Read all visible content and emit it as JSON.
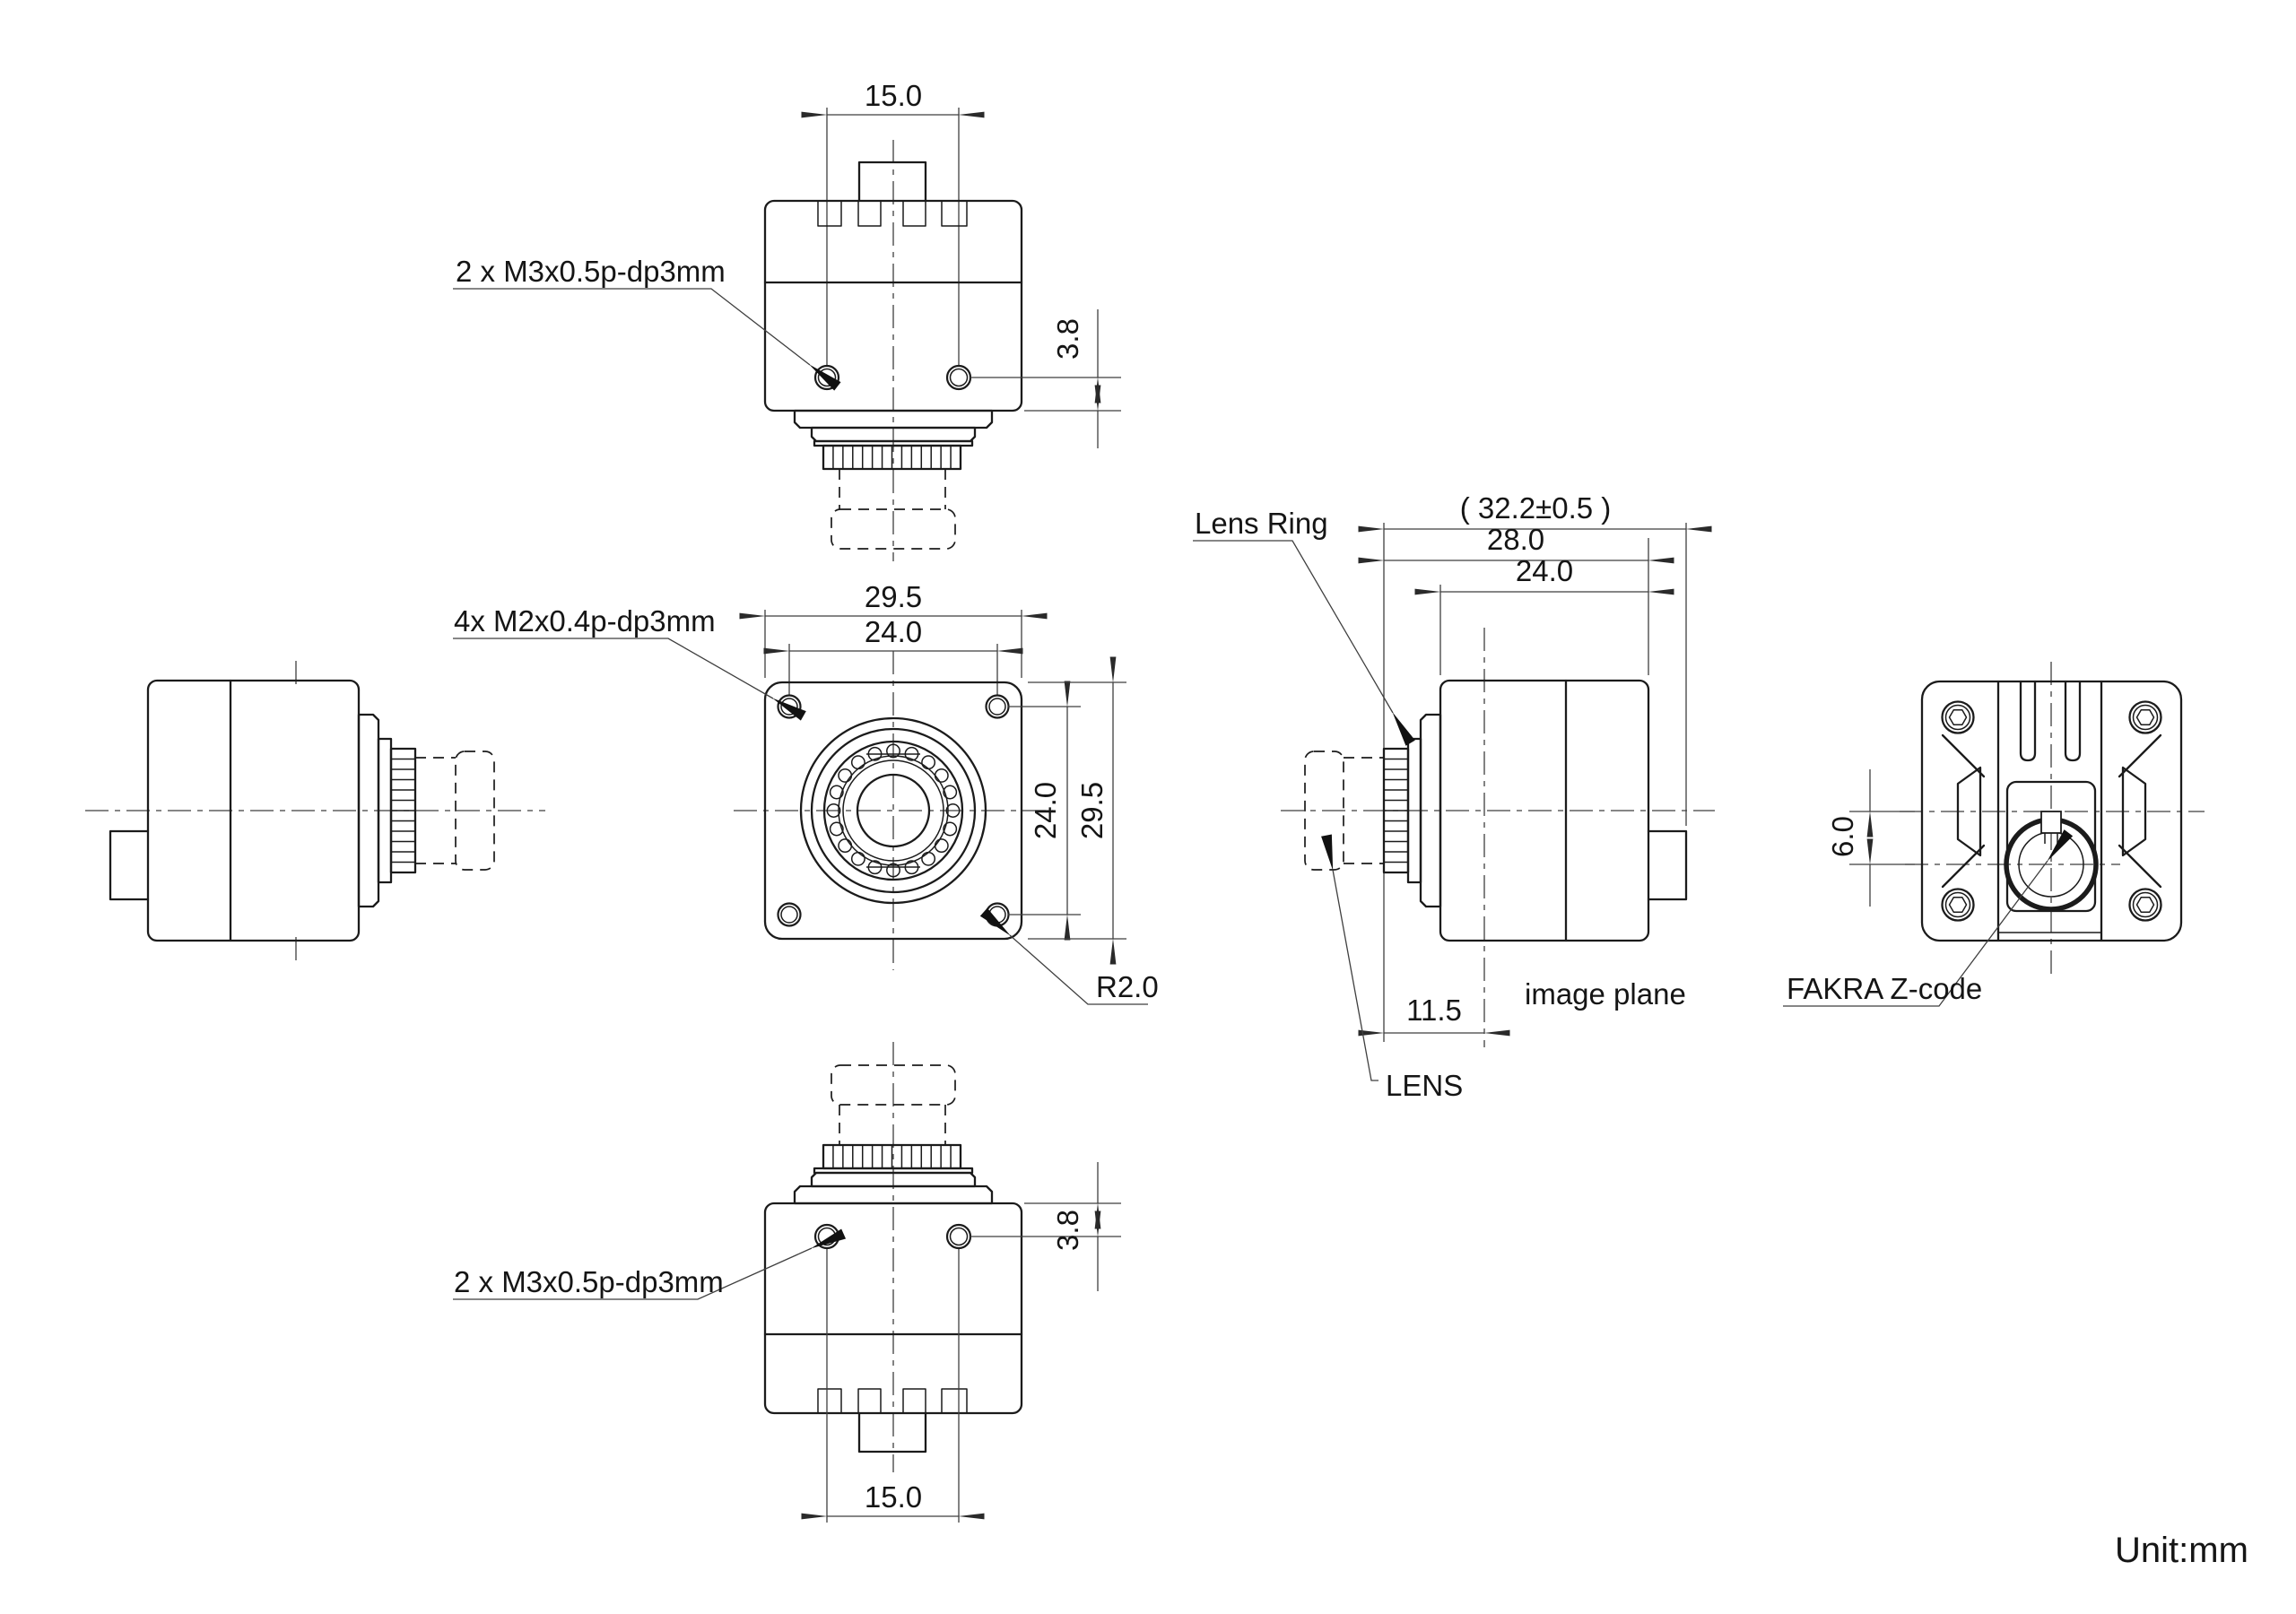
{
  "views": {
    "top": {
      "dim_width": "15.0",
      "dim_hole_offset": "3.8",
      "screw_note": "2 x M3x0.5p-dp3mm"
    },
    "front": {
      "dim_width_outer": "29.5",
      "dim_width_holes": "24.0",
      "dim_height_holes": "24.0",
      "dim_height_outer": "29.5",
      "screw_note": "4x M2x0.4p-dp3mm",
      "corner_radius": "R2.0"
    },
    "side": {
      "lens_ring_label": "Lens Ring",
      "dim_overall": "( 32.2±0.5 )",
      "dim_ring_to_rear": "28.0",
      "dim_body_depth": "24.0",
      "dim_ring_to_image_plane": "11.5",
      "image_plane_label": "image plane",
      "lens_label": "LENS"
    },
    "rear": {
      "dim_connector_offset": "6.0",
      "connector_label": "FAKRA Z-code"
    },
    "bottom": {
      "screw_note": "2 x M3x0.5p-dp3mm",
      "dim_hole_offset": "3.8",
      "dim_width": "15.0"
    }
  },
  "footer": {
    "units_label": "Unit:mm"
  },
  "colors": {
    "line": "#1b1b1b",
    "thin_line": "#3f3f3f",
    "background": "#ffffff"
  }
}
